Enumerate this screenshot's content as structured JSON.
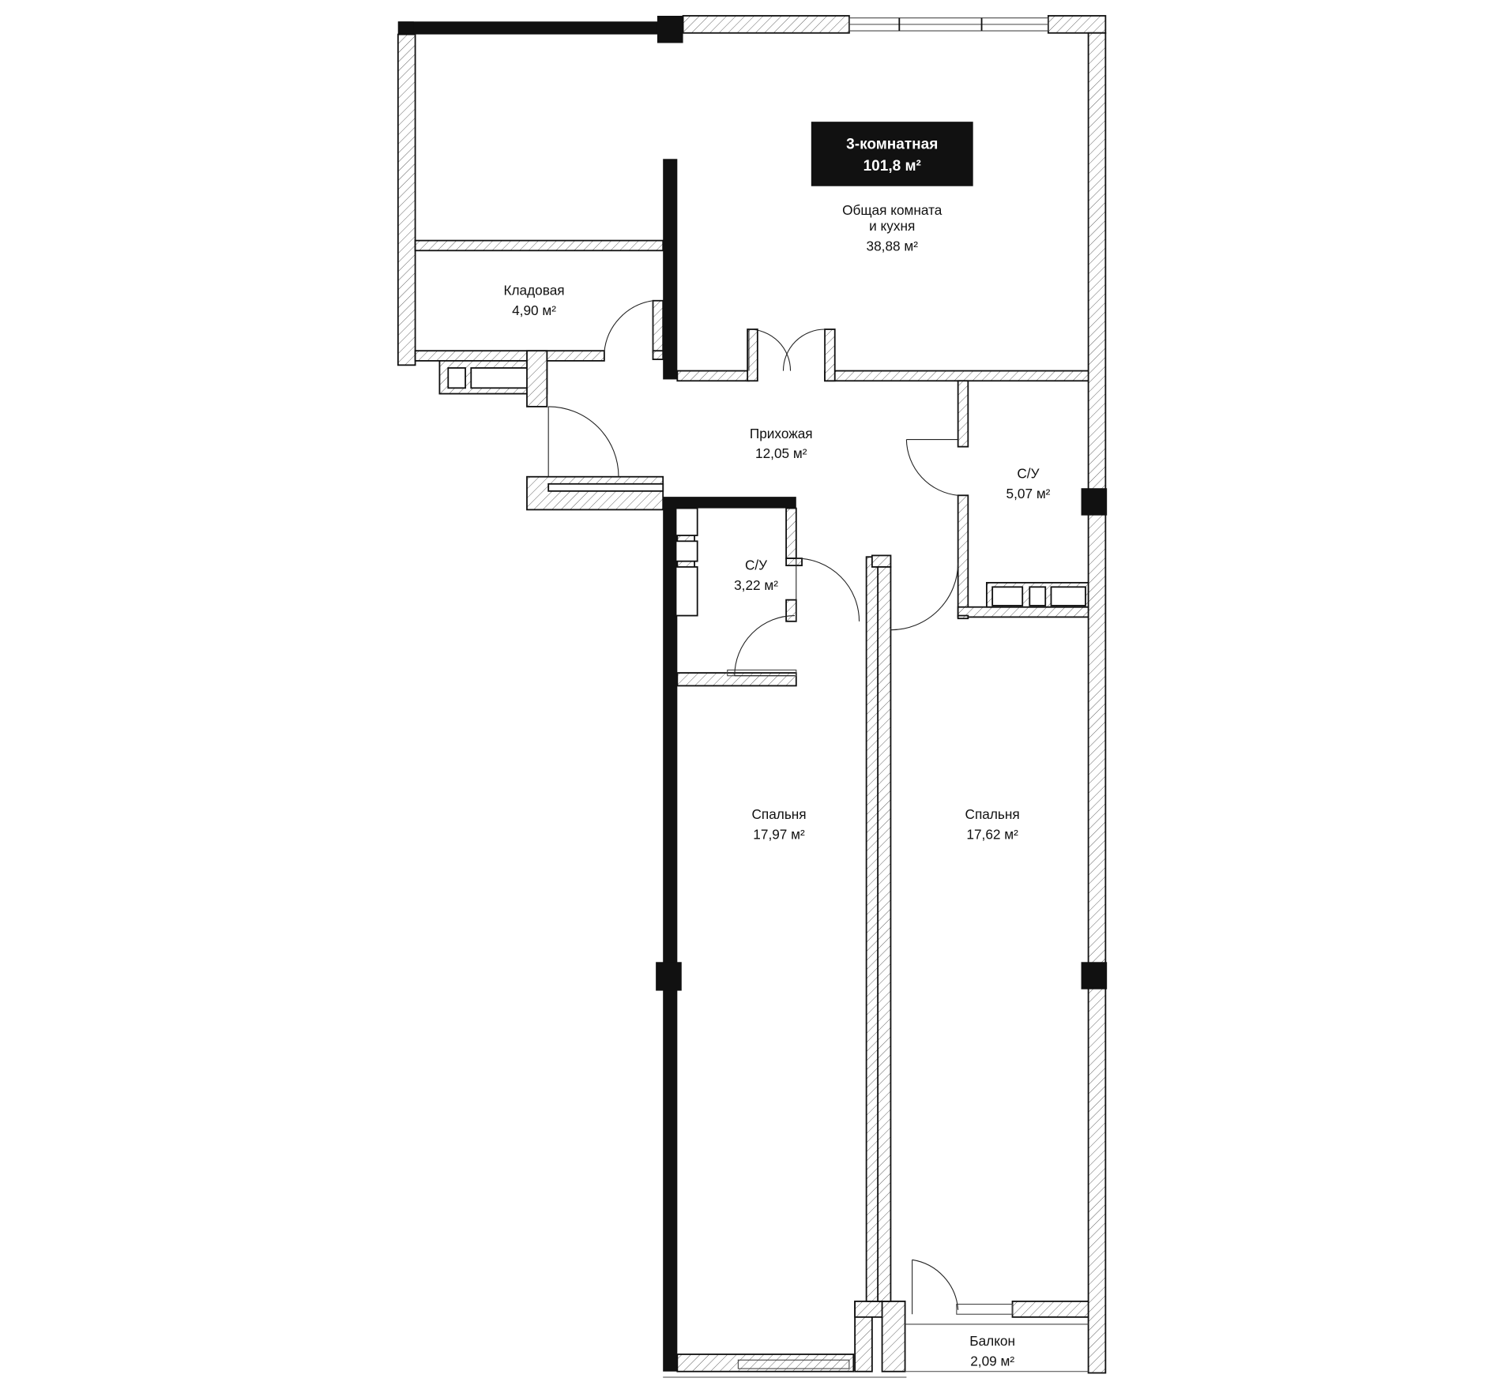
{
  "badge": {
    "rooms": "3-комнатная",
    "area": "101,8 м²"
  },
  "rooms": {
    "living_kitchen": {
      "name_line1": "Общая комната",
      "name_line2": "и кухня",
      "area": "38,88 м²"
    },
    "storage": {
      "name": "Кладовая",
      "area": "4,90 м²"
    },
    "hallway": {
      "name": "Прихожая",
      "area": "12,05 м²"
    },
    "bathroom_right": {
      "name": "С/У",
      "area": "5,07 м²"
    },
    "bathroom_left": {
      "name": "С/У",
      "area": "3,22 м²"
    },
    "bedroom_left": {
      "name": "Спальня",
      "area": "17,97 м²"
    },
    "bedroom_right": {
      "name": "Спальня",
      "area": "17,62 м²"
    },
    "balcony": {
      "name": "Балкон",
      "area": "2,09 м²"
    }
  },
  "colors": {
    "wall": "#111111",
    "badge_bg": "#111111",
    "badge_text": "#ffffff",
    "background": "#ffffff"
  }
}
